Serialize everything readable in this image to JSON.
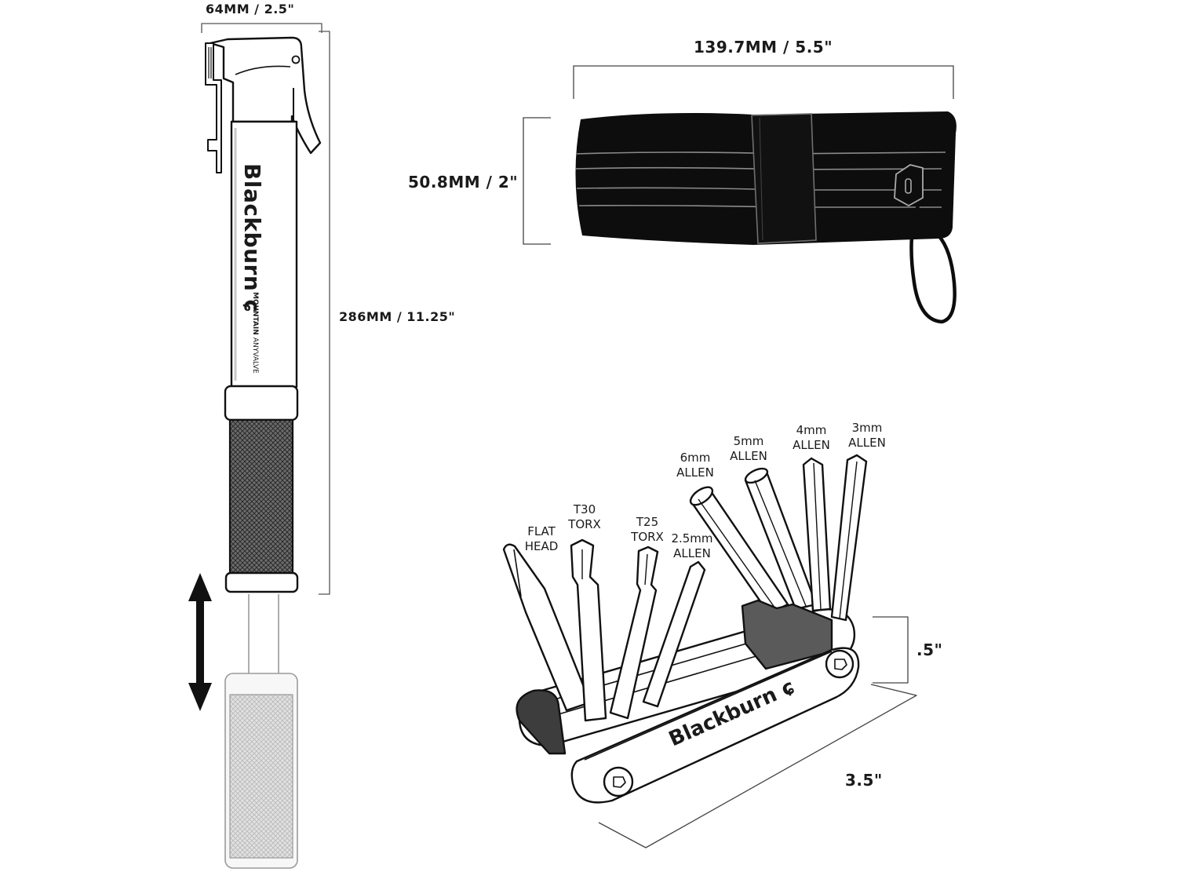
{
  "pump": {
    "width_label": "64MM / 2.5\"",
    "length_label": "286MM / 11.25\"",
    "brand": "Blackburn",
    "model_line1": "MOUNTAIN",
    "model_line2": "ANYVALVE"
  },
  "pouch": {
    "width_label": "139.7MM / 5.5\"",
    "height_label": "50.8MM / 2\""
  },
  "multitool": {
    "brand": "Blackburn",
    "height_label": ".5\"",
    "length_label": "3.5\"",
    "tools": [
      {
        "line1": "FLAT",
        "line2": "HEAD"
      },
      {
        "line1": "T30",
        "line2": "TORX"
      },
      {
        "line1": "T25",
        "line2": "TORX"
      },
      {
        "line1": "2.5mm",
        "line2": "ALLEN"
      },
      {
        "line1": "6mm",
        "line2": "ALLEN"
      },
      {
        "line1": "5mm",
        "line2": "ALLEN"
      },
      {
        "line1": "4mm",
        "line2": "ALLEN"
      },
      {
        "line1": "3mm",
        "line2": "ALLEN"
      }
    ]
  },
  "colors": {
    "outline": "#111111",
    "dimension_line": "#333333",
    "pouch_fill": "#0d0d0d",
    "pouch_stripe": "#8a8a8a",
    "ghost": "#9a9a9a"
  }
}
